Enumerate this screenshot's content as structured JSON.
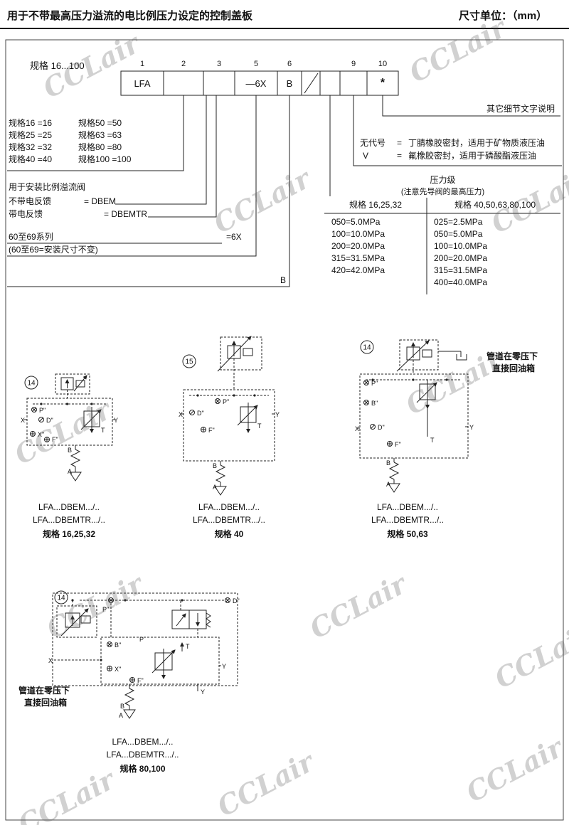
{
  "header": {
    "title": "用于不带最高压力溢流的电比例压力设定的控制盖板",
    "unit": "尺寸单位：（mm）"
  },
  "watermark": {
    "text": "CCLair"
  },
  "code": {
    "spec": "规格 16...100",
    "numbers": [
      "1",
      "2",
      "3",
      "5",
      "6",
      "9",
      "10"
    ],
    "cells": {
      "c1": "LFA",
      "c4": "—6X",
      "c5": "B",
      "c9": "*"
    },
    "other_note": "其它细节文字说明"
  },
  "sizes": {
    "left": [
      "规格16 =16",
      "规格25 =25",
      "规格32 =32",
      "规格40 =40"
    ],
    "right": [
      "规格50 =50",
      "规格63 =63",
      "规格80 =80",
      "规格100 =100"
    ]
  },
  "feedback": {
    "title": "用于安装比例溢流阀",
    "no_fb": "不带电反馈",
    "no_fb_code": "= DBEM",
    "fb": "带电反馈",
    "fb_code": "= DBEMTR"
  },
  "series": {
    "name": "60至69系列",
    "code": "=6X",
    "note": "(60至69=安装尺寸不变)"
  },
  "b_code": "B",
  "seals": {
    "r1_code": "无代号",
    "r1_eq": "=",
    "r1_text": "丁腈橡胶密封，适用于矿物质液压油",
    "r2_code": "V",
    "r2_eq": "=",
    "r2_text": "氟橡胶密封，适用于磷酸酯液压油"
  },
  "pressure": {
    "title": "压力级",
    "subtitle": "(注意先导阀的最高压力)",
    "col1_header": "规格 16,25,32",
    "col2_header": "规格 40,50,63,80,100",
    "col1": [
      "050=5.0MPa",
      "100=10.0MPa",
      "200=20.0MPa",
      "315=31.5MPa",
      "420=42.0MPa"
    ],
    "col2": [
      "025=2.5MPa",
      "050=5.0MPa",
      "100=10.0MPa",
      "200=20.0MPa",
      "315=31.5MPa",
      "400=40.0MPa"
    ]
  },
  "zero_note": {
    "line1": "管道在零压下",
    "line2": "直接回油箱"
  },
  "diagrams": [
    {
      "number": "14",
      "ports": {
        "p2": "P\"",
        "d2": "D\"",
        "x2": "X\"",
        "f2": "F\"",
        "x": "X",
        "y": "Y",
        "t": "T",
        "a": "A",
        "b": "B"
      },
      "cap1": "LFA...DBEM.../..",
      "cap2": "LFA...DBEMTR.../..",
      "cap3": "规格 16,25,32"
    },
    {
      "number": "15",
      "ports": {
        "p2": "P\"",
        "d2": "D\"",
        "f2": "F\"",
        "x": "X",
        "y": "Y",
        "t": "T",
        "a": "A",
        "b": "B"
      },
      "cap1": "LFA...DBEM.../..",
      "cap2": "LFA...DBEMTR.../..",
      "cap3": "规格 40"
    },
    {
      "number": "14",
      "ports": {
        "p2": "P\"",
        "b2": "B\"",
        "d2": "D\"",
        "f2": "F\"",
        "x": "X",
        "y": "Y",
        "t": "T",
        "a": "A",
        "b": "B"
      },
      "cap1": "LFA...DBEM.../..",
      "cap2": "LFA...DBEMTR.../..",
      "cap3": "规格 50,63"
    },
    {
      "number": "14",
      "ports": {
        "p": "P",
        "p2": "P\"",
        "b2": "B\"",
        "d2": "D\"",
        "x2": "X\"",
        "f2": "F\"",
        "x": "X",
        "y": "Y",
        "t": "T",
        "a": "A",
        "b": "B"
      },
      "cap1": "LFA...DBEM.../..",
      "cap2": "LFA...DBEMTR.../..",
      "cap3": "规格 80,100"
    }
  ]
}
